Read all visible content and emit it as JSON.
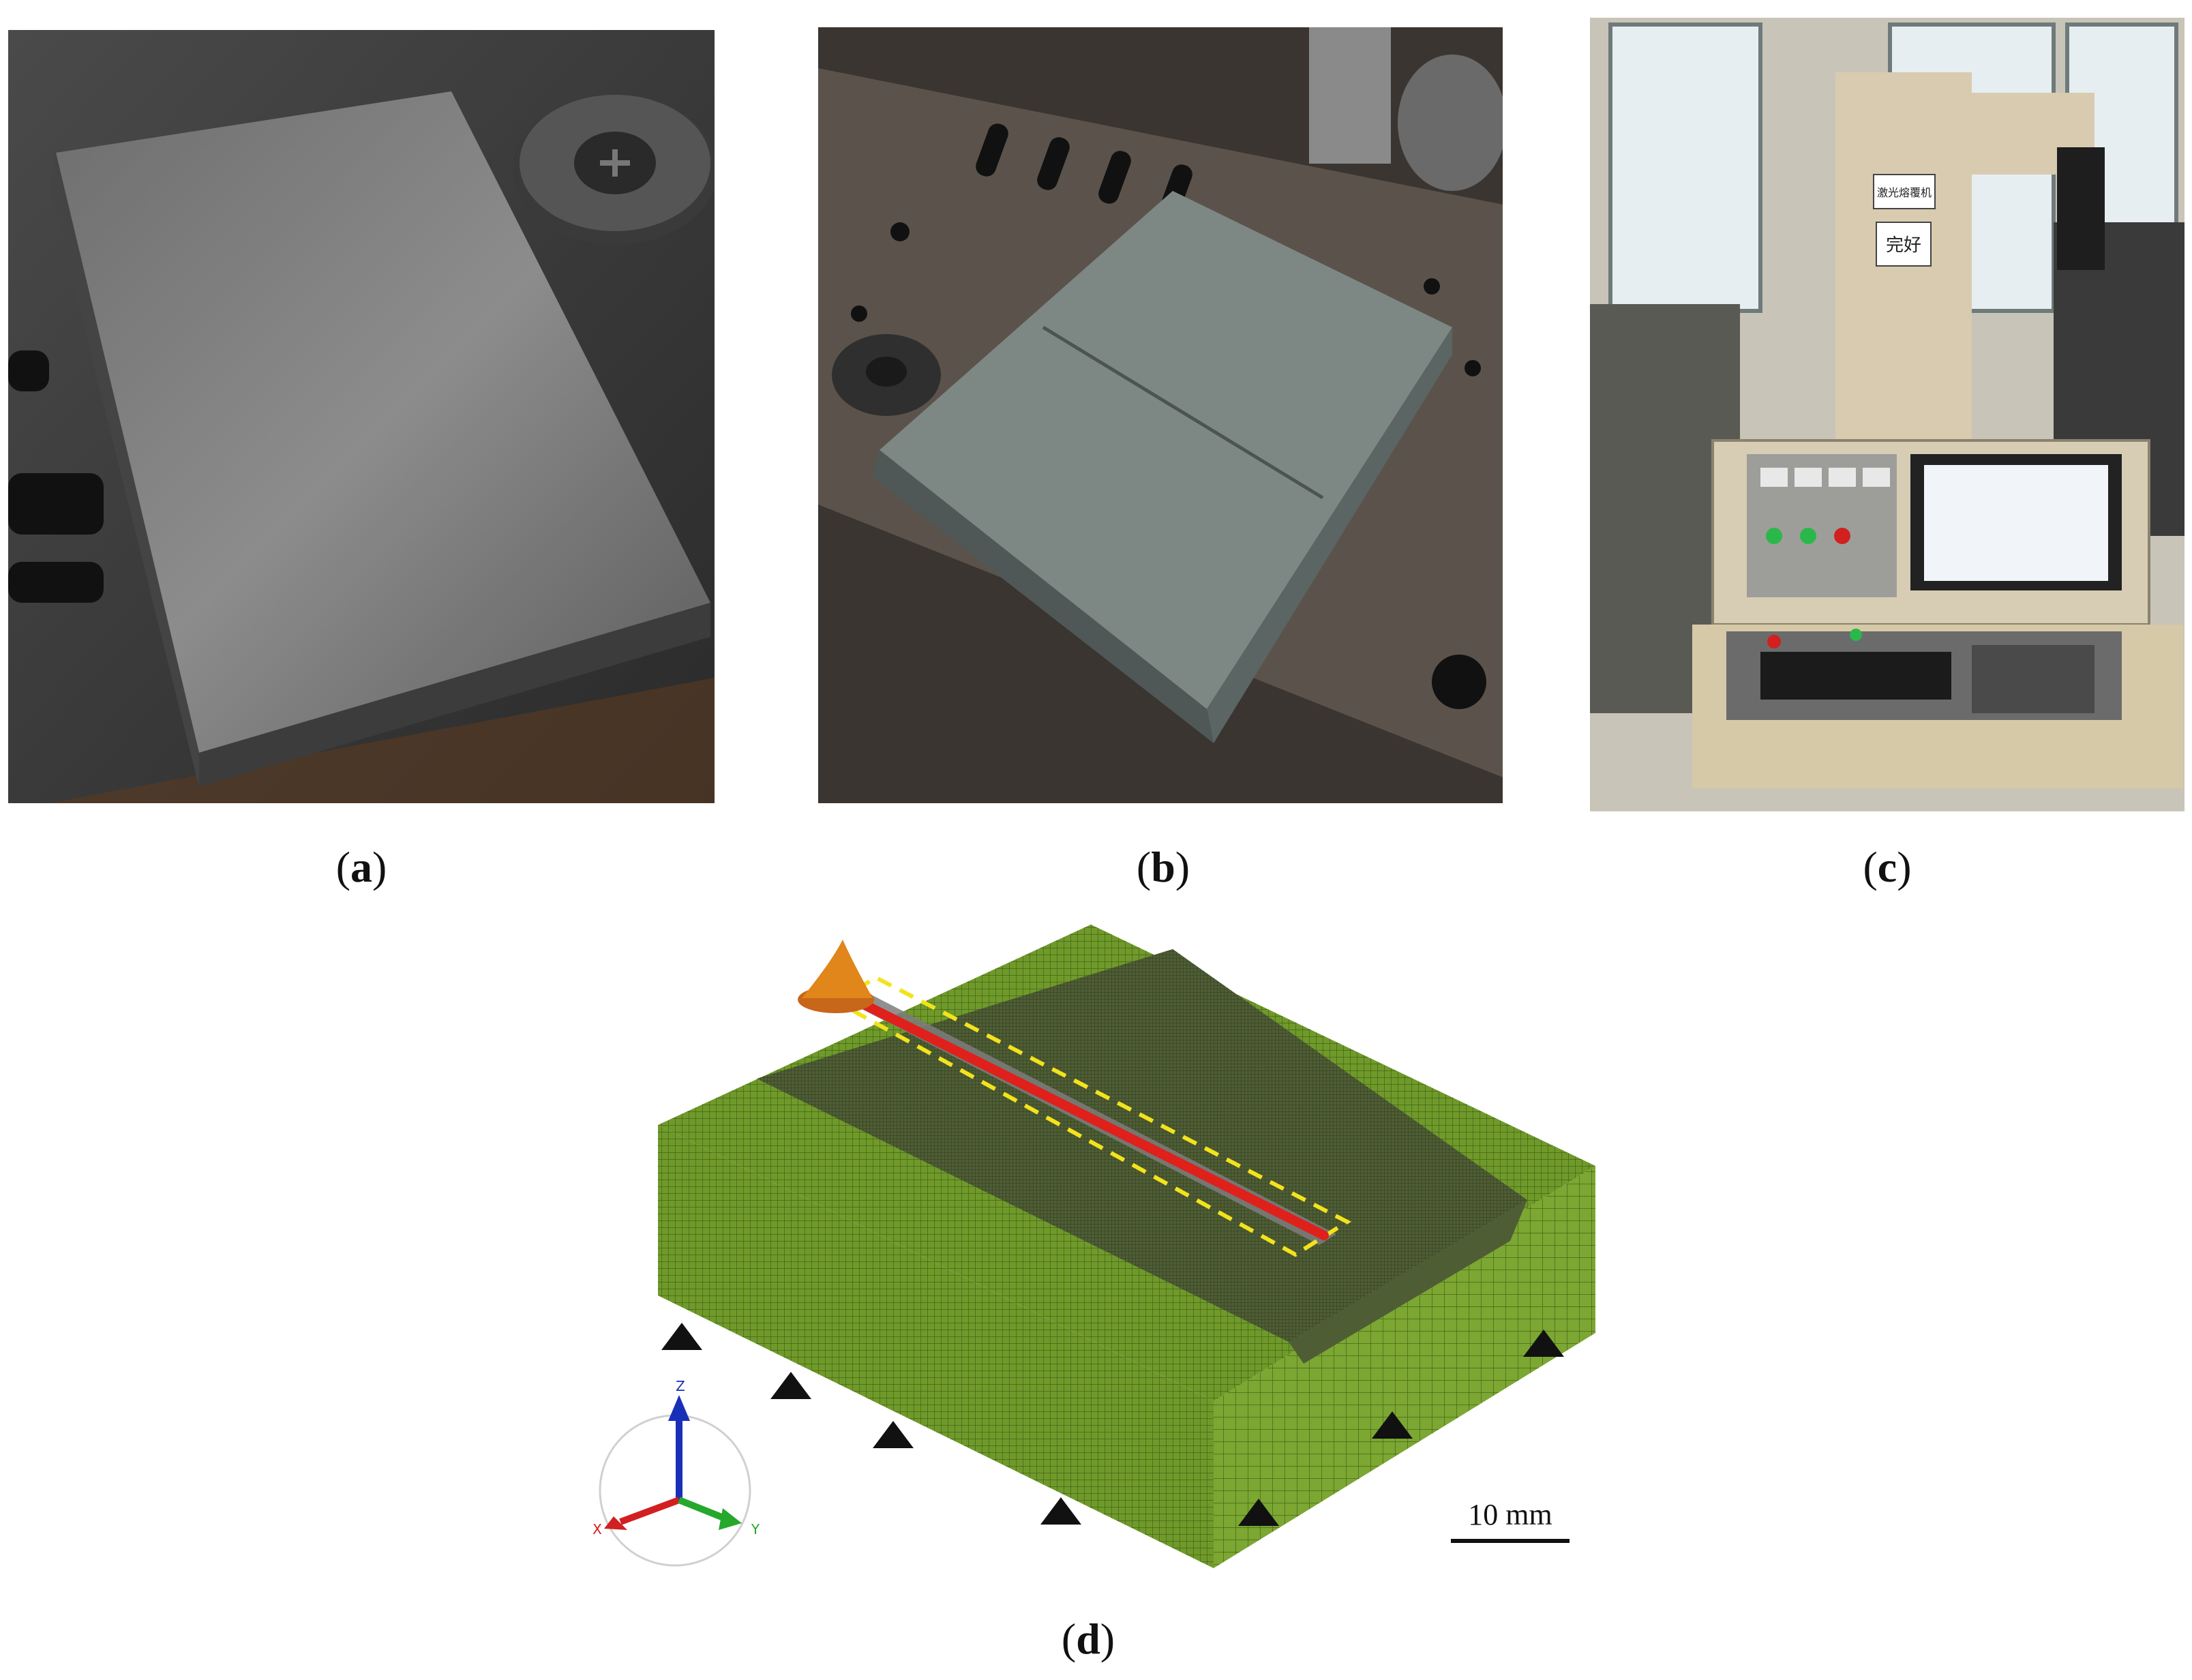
{
  "panels": [
    {
      "id": "a",
      "caption_open": "(",
      "caption_letter": "a",
      "caption_close": ")"
    },
    {
      "id": "b",
      "caption_open": "(",
      "caption_letter": "b",
      "caption_close": ")"
    },
    {
      "id": "c",
      "caption_open": "(",
      "caption_letter": "c",
      "caption_close": ")"
    },
    {
      "id": "d",
      "caption_open": "(",
      "caption_letter": "d",
      "caption_close": ")"
    }
  ],
  "machine_signs": {
    "top": "激光熔覆机",
    "bottom": "完好"
  },
  "model": {
    "scale_bar_label": "10 mm",
    "triad": {
      "z": "Z",
      "x": "X",
      "y": "Y"
    }
  },
  "colors": {
    "mesh_green": "#6f9a2a",
    "mesh_dark": "#4a5a2e",
    "heat_path": "#e0201a",
    "dashed_region": "#f3e31c",
    "heat_source": "#e0861a"
  }
}
